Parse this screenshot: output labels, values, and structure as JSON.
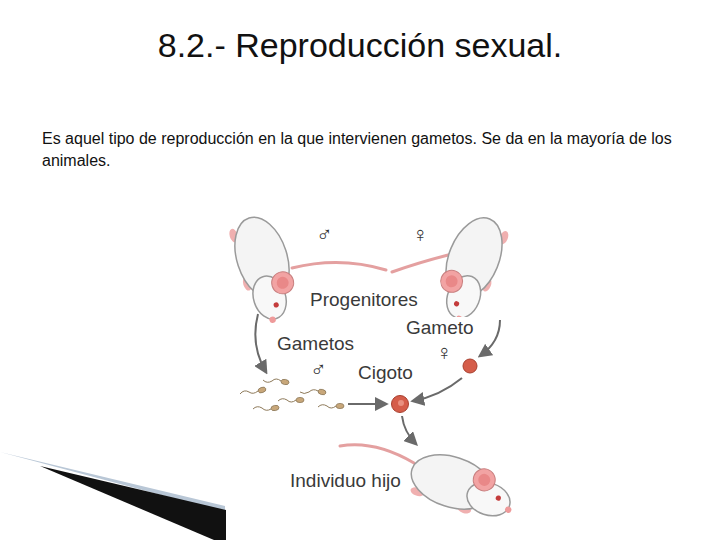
{
  "diagram": {
    "title": "8.2.- Reproducción sexual.",
    "labels": [
      "Es aquel tipo de reproducción en la que intervienen gametos. Se da en la mayoría de los animales.",
      "♂",
      "♀",
      "Progenitores",
      "Gameto",
      "♀",
      "Gametos",
      "♂",
      "Cigoto",
      "Individuo hijo"
    ]
  }
}
